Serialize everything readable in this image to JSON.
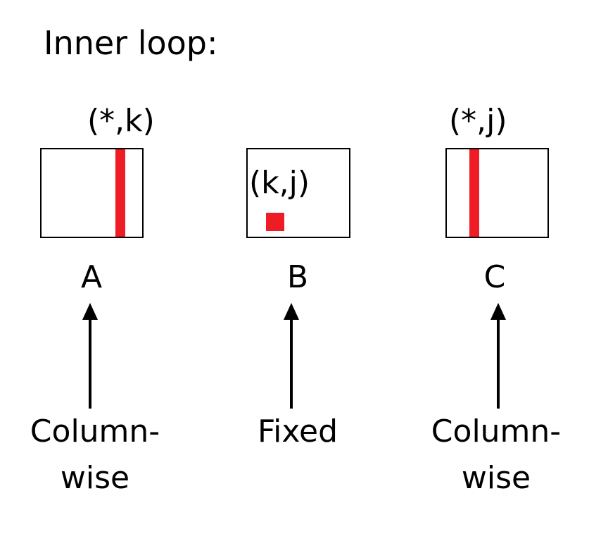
{
  "title": "Inner loop:",
  "accent_color": "#ee1c25",
  "matrices": [
    {
      "name": "A",
      "index_label": "(*,k)",
      "marker": "column",
      "access_label_line1": "Column-",
      "access_label_line2": "wise"
    },
    {
      "name": "B",
      "index_label": "(k,j)",
      "marker": "element",
      "access_label_line1": "Fixed",
      "access_label_line2": ""
    },
    {
      "name": "C",
      "index_label": "(*,j)",
      "marker": "column",
      "access_label_line1": "Column-",
      "access_label_line2": "wise"
    }
  ]
}
